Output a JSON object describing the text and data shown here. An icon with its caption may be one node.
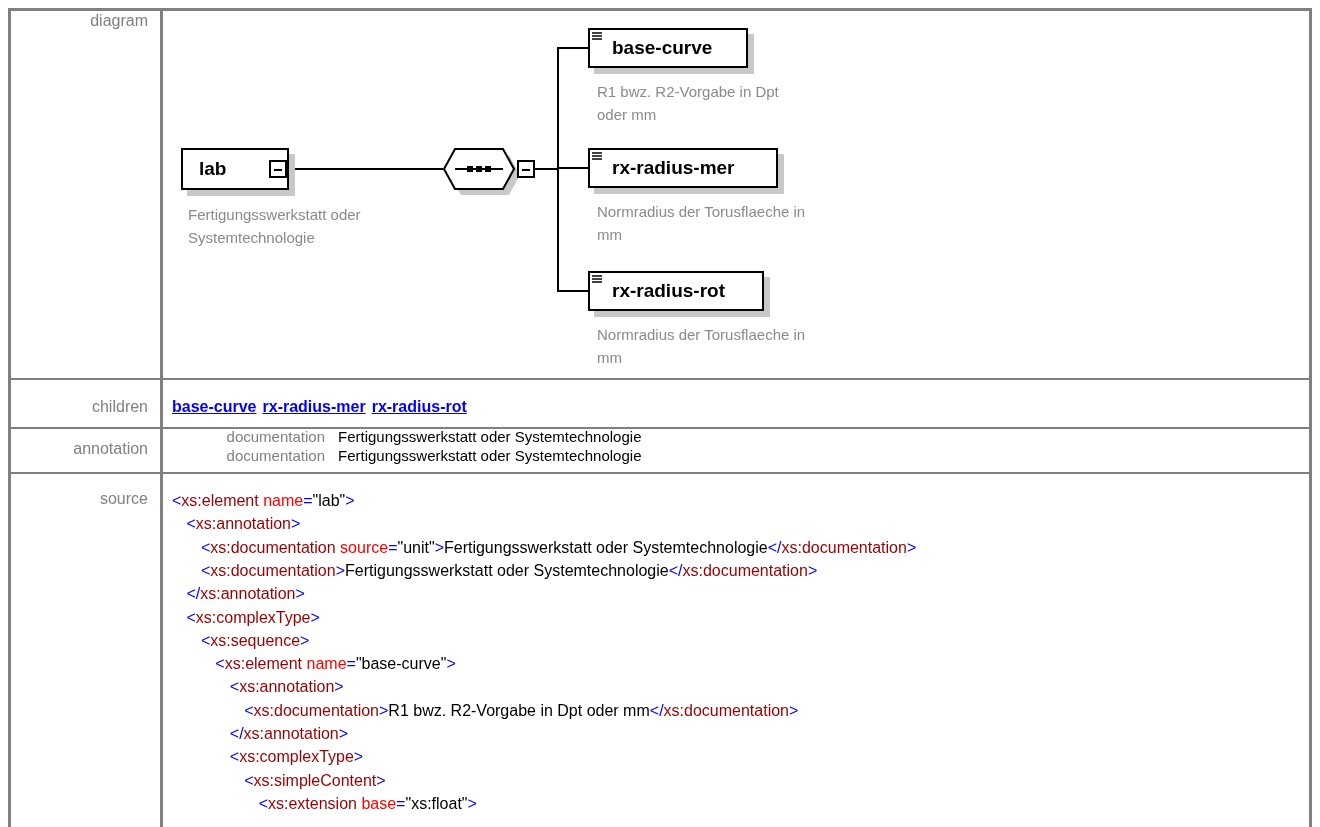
{
  "diagram": {
    "nodes": [
      {
        "text": [
          "lab"
        ],
        "beside": [
          "Fertigungsswerkstatt oder Systemtechnologie"
        ]
      },
      {
        "text": [],
        "shape": "octagon"
      },
      {
        "text": [
          "base-curve"
        ],
        "beside": [
          "R1 bwz. R2-Vorgabe in Dpt oder mm"
        ]
      },
      {
        "text": [
          "rx-radius-mer"
        ],
        "beside": [
          "Normradius der Torusflaeche in mm"
        ]
      },
      {
        "text": [
          "rx-radius-rot"
        ],
        "beside": [
          "Normradius der Torusflaeche in mm"
        ]
      }
    ],
    "edges": [
      {
        "from": 0,
        "to": 1,
        "arrow": "none"
      },
      {
        "from": 1,
        "to": 2,
        "arrow": "none"
      },
      {
        "from": 1,
        "to": 3,
        "arrow": "none"
      },
      {
        "from": 1,
        "to": 4,
        "arrow": "none"
      }
    ],
    "labels": [
      "diagram",
      "children",
      "base-curve",
      "rx-radius-mer",
      "rx-radius-rot",
      "annotation",
      "documentation",
      "Fertigungsswerkstatt oder Systemtechnologie",
      "documentation",
      "Fertigungsswerkstatt oder Systemtechnologie",
      "source",
      "<xs:element name=\"lab\">",
      " <xs:annotation>",
      "  <xs:documentation source=\"unit\">Fertigungsswerkstatt oder Systemtechnologie</xs:documentation>",
      "  <xs:documentation>Fertigungsswerkstatt oder Systemtechnologie</xs:documentation>",
      " </xs:annotation>",
      " <xs:complexType>",
      "  <xs:sequence>",
      "   <xs:element name=\"base-curve\">",
      "    <xs:annotation>",
      "     <xs:documentation>R1 bwz. R2-Vorgabe in Dpt oder mm</xs:documentation>",
      "    </xs:annotation>",
      "    <xs:complexType>",
      "     <xs:simpleContent>",
      "      <xs:extension base=\"xs:float\">"
    ]
  }
}
